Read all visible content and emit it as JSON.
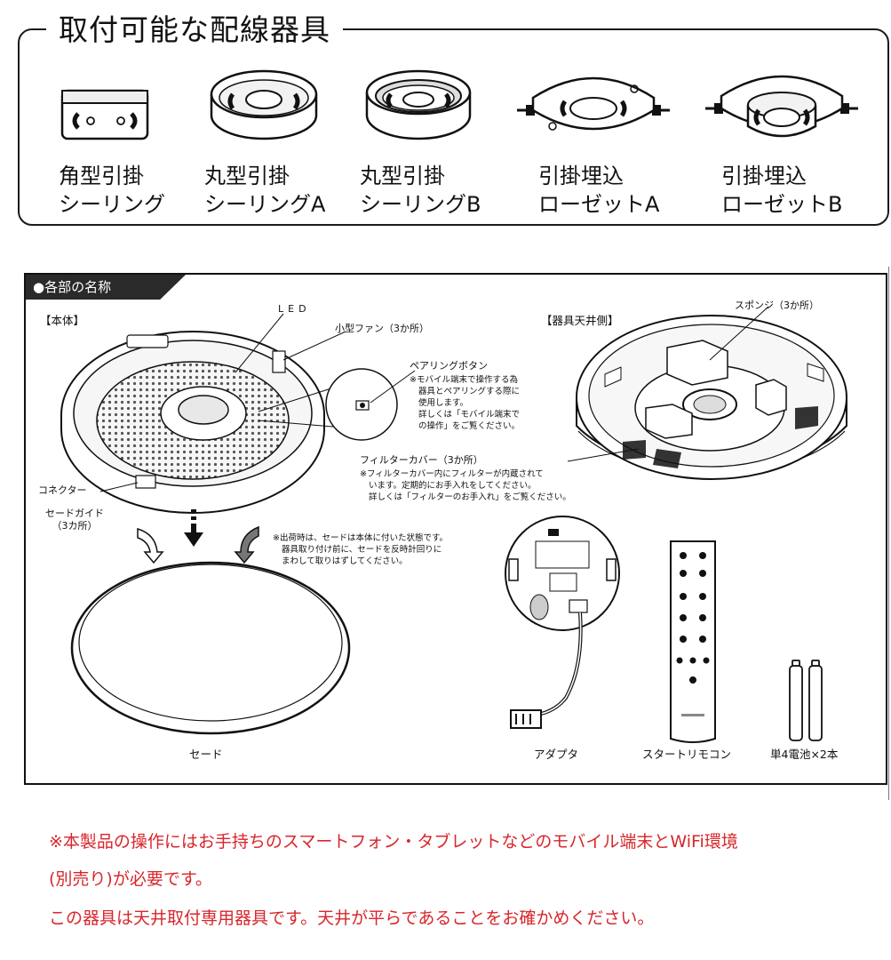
{
  "compat": {
    "title": "取付可能な配線器具",
    "items": [
      {
        "line1": "角型引掛",
        "line2": "シーリング"
      },
      {
        "line1": "丸型引掛",
        "line2": "シーリングA"
      },
      {
        "line1": "丸型引掛",
        "line2": "シーリングB"
      },
      {
        "line1": "引掛埋込",
        "line2": "ローゼットA"
      },
      {
        "line1": "引掛埋込",
        "line2": "ローゼットB"
      }
    ]
  },
  "parts": {
    "title": "●各部の名称",
    "main_body": "【本体】",
    "ceiling_side": "【器具天井側】",
    "led": "LED",
    "fan": "小型ファン（3か所）",
    "pairing_button": "ペアリングボタン",
    "pairing_note": [
      "※モバイル端末で操作する為",
      "器具とペアリングする際に",
      "使用します。",
      "詳しくは「モバイル端末で",
      "の操作」をご覧ください。"
    ],
    "connector": "コネクター",
    "shade_guide": [
      "セードガイド",
      "（3カ所）"
    ],
    "shipping_note": [
      "※出荷時は、セードは本体に付いた状態です。",
      "器具取り付け前に、セードを反時計回りに",
      "まわして取りはずしてください。"
    ],
    "sponge": "スポンジ（3か所）",
    "filter_cover": "フィルターカバー（3か所）",
    "filter_note": [
      "※フィルターカバー内にフィルターが内蔵されて",
      "います。定期的にお手入れをしてください。",
      "詳しくは「フィルターのお手入れ」をご覧ください。"
    ],
    "shade": "セード",
    "adapter": "アダプタ",
    "remote": "スタートリモコン",
    "batteries": "単4電池×2本"
  },
  "notes": {
    "line1": "※本製品の操作にはお手持ちのスマートフォン・タブレットなどのモバイル端末とWiFi環境",
    "line2": "(別売り)が必要です。",
    "line3": "この器具は天井取付専用器具です。天井が平らであることをお確かめください。"
  },
  "colors": {
    "note_red": "#d7262b",
    "panel_dark": "#2a2a2a"
  }
}
